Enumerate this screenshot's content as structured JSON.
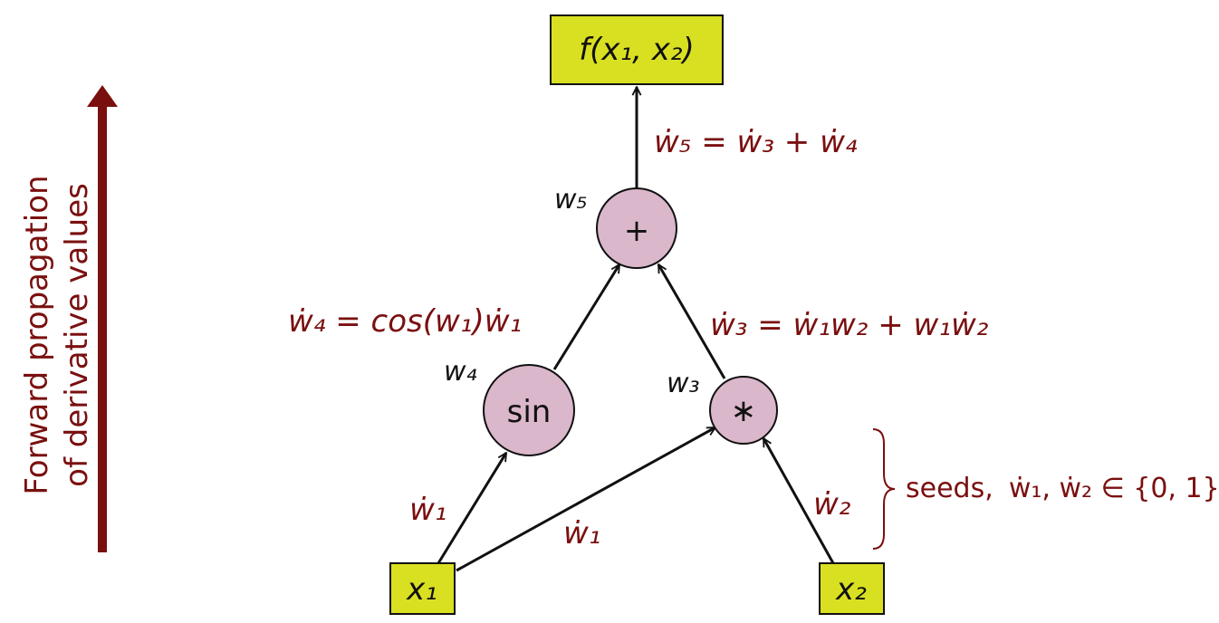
{
  "side_label": {
    "line1": "Forward propagation",
    "line2": "of derivative values"
  },
  "nodes": {
    "output": {
      "text": "f(x₁, x₂)"
    },
    "x1": {
      "text": "x₁"
    },
    "x2": {
      "text": "x₂"
    },
    "plus": {
      "op": "+",
      "name": "w₅"
    },
    "sin": {
      "op": "sin",
      "name": "w₄"
    },
    "mult": {
      "op": "∗",
      "name": "w₃"
    }
  },
  "edge_labels": {
    "w5": "ẇ₅ = ẇ₃ + ẇ₄",
    "w4": "ẇ₄ = cos(w₁)ẇ₁",
    "w3": "ẇ₃ = ẇ₁w₂ + w₁ẇ₂",
    "w1_left": "ẇ₁",
    "w1_diag": "ẇ₁",
    "w2": "ẇ₂"
  },
  "seeds": {
    "prefix": "seeds,",
    "expr": "ẇ₁, ẇ₂ ∈ {0, 1}"
  },
  "colors": {
    "box_fill": "#d9e021",
    "node_fill": "#dbb7cb",
    "label": "#7a0f0f",
    "arrow": "#7a0f0f"
  }
}
